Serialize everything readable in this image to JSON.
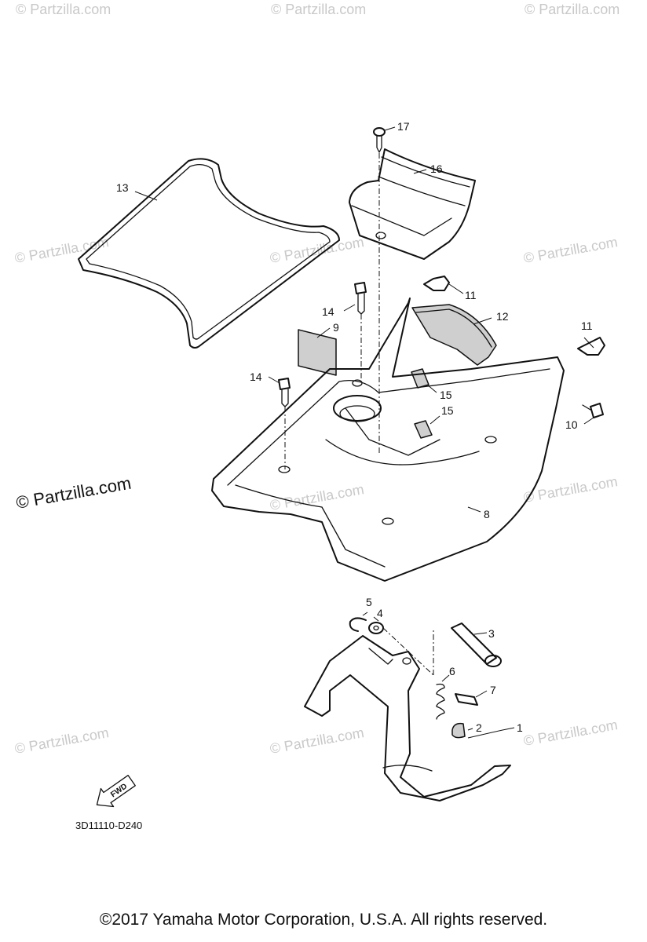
{
  "watermark": "© Partzilla.com",
  "watermark_main": "© Partzilla.com",
  "diagram_code": "3D11110-D240",
  "fwd_label": "FWD",
  "callouts": {
    "c1": "1",
    "c2": "2",
    "c3": "3",
    "c4": "4",
    "c5": "5",
    "c6": "6",
    "c7": "7",
    "c8": "8",
    "c9": "9",
    "c10": "10",
    "c11a": "11",
    "c11b": "11",
    "c12": "12",
    "c13": "13",
    "c14a": "14",
    "c14b": "14",
    "c15a": "15",
    "c15b": "15",
    "c16": "16",
    "c17": "17"
  },
  "copyright": "©2017  Yamaha Motor Corporation, U.S.A. All rights reserved."
}
